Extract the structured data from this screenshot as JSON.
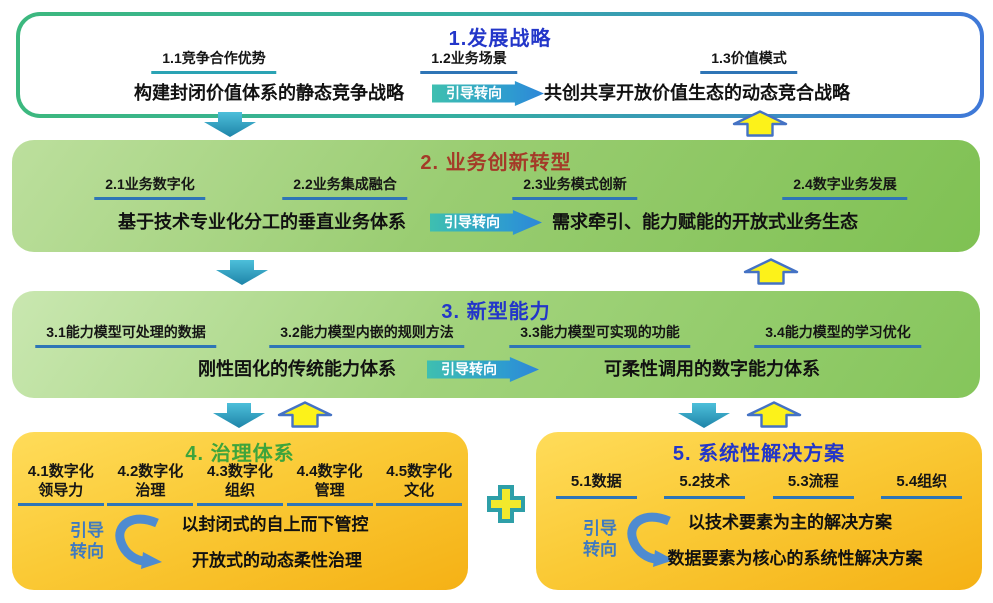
{
  "diagram": {
    "sections": [
      {
        "title": "1.发展战略",
        "items": [
          "1.1竞争合作优势",
          "1.2业务场景",
          "1.3价值模式"
        ],
        "transition": {
          "from": "构建封闭价值体系的静态竞争战略",
          "arrow": "引导转向",
          "to": "共创共享开放价值生态的动态竞合战略"
        }
      },
      {
        "title": "2. 业务创新转型",
        "items": [
          "2.1业务数字化",
          "2.2业务集成融合",
          "2.3业务模式创新",
          "2.4数字业务发展"
        ],
        "transition": {
          "from": "基于技术专业化分工的垂直业务体系",
          "arrow": "引导转向",
          "to": "需求牵引、能力赋能的开放式业务生态"
        }
      },
      {
        "title": "3. 新型能力",
        "items": [
          "3.1能力模型可处理的数据",
          "3.2能力模型内嵌的规则方法",
          "3.3能力模型可实现的功能",
          "3.4能力模型的学习优化"
        ],
        "transition": {
          "from": "刚性固化的传统能力体系",
          "arrow": "引导转向",
          "to": "可柔性调用的数字能力体系"
        }
      },
      {
        "title": "4. 治理体系",
        "items": [
          {
            "top": "4.1数字化",
            "bottom": "领导力"
          },
          {
            "top": "4.2数字化",
            "bottom": "治理"
          },
          {
            "top": "4.3数字化",
            "bottom": "组织"
          },
          {
            "top": "4.4数字化",
            "bottom": "管理"
          },
          {
            "top": "4.5数字化",
            "bottom": "文化"
          }
        ],
        "transition": {
          "arrow_line1": "引导",
          "arrow_line2": "转向",
          "from": "以封闭式的自上而下管控",
          "to": "开放式的动态柔性治理"
        }
      },
      {
        "title": "5. 系统性解决方案",
        "items": [
          "5.1数据",
          "5.2技术",
          "5.3流程",
          "5.4组织"
        ],
        "transition": {
          "arrow_line1": "引导",
          "arrow_line2": "转向",
          "from": "以技术要素为主的解决方案",
          "to": "数据要素为核心的系统性解决方案"
        }
      }
    ],
    "icons": {
      "down_arrow": "block-arrow-down-icon",
      "up_arrow": "block-arrow-up-icon",
      "guide_arrow": "guide-turn-arrow-icon",
      "curved_arrow": "curved-turn-arrow-icon",
      "plus": "plus-icon"
    },
    "colors": {
      "strategy_title": "#2336C9",
      "innovation_title": "#A43A28",
      "capability_title": "#2336C9",
      "governance_title": "#3DA43C",
      "solution_title": "#2336C9",
      "green_box": "#9ACD72",
      "light_green_box": "#A2D37C",
      "yellow_box": "#FACA36",
      "underline_blue": "#2E75B6",
      "teal_arrow": "#2FA3C0",
      "yellow_arrow": "#FCF21A",
      "arrow_outline": "#4472C4",
      "strategy_border_left": "#3CB87E",
      "strategy_border_right": "#3F78D8"
    }
  }
}
